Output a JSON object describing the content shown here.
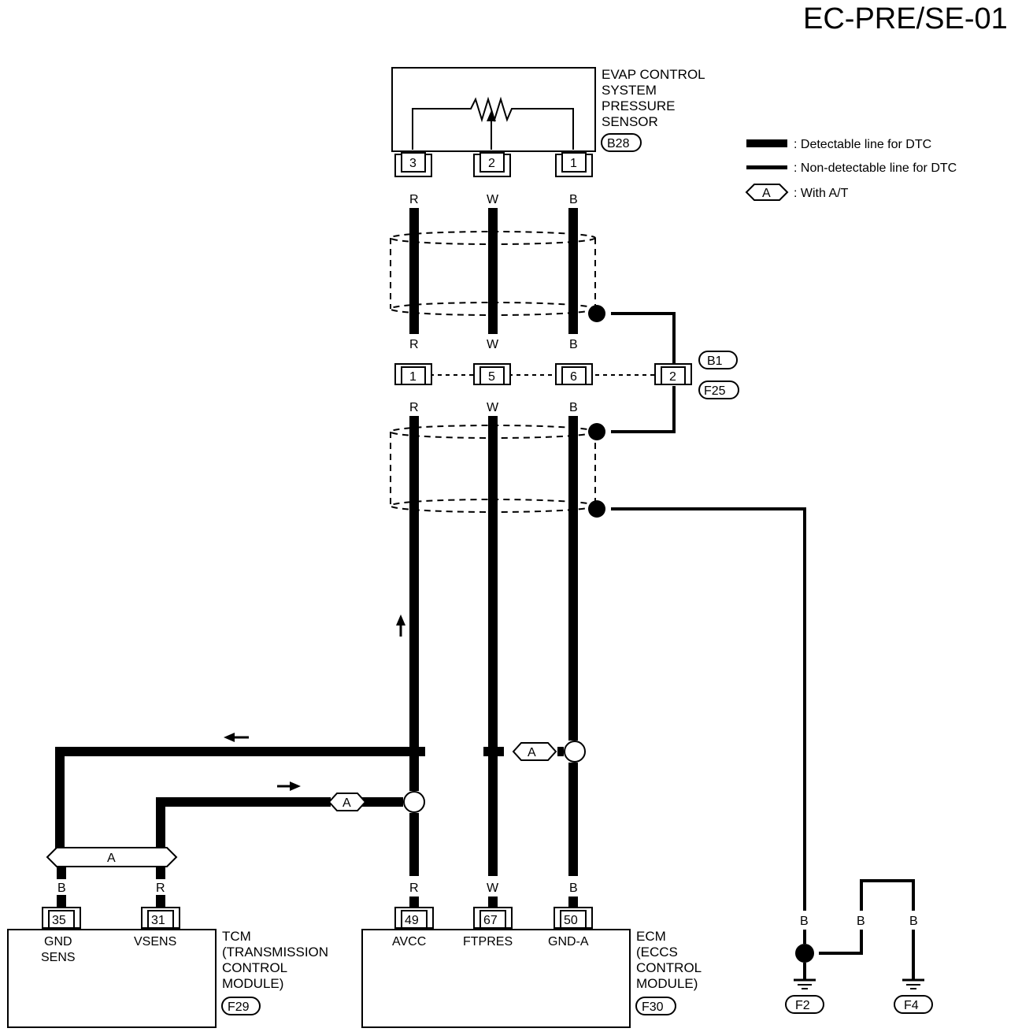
{
  "title": "EC-PRE/SE-01",
  "legend": {
    "detectable": ": Detectable line for DTC",
    "nondetectable": ": Non-detectable line for DTC",
    "with_at_symbol": "A",
    "with_at": ": With A/T"
  },
  "sensor": {
    "name_lines": [
      "EVAP CONTROL",
      "SYSTEM",
      "PRESSURE",
      "SENSOR"
    ],
    "connector": "B28",
    "pins": [
      "3",
      "2",
      "1"
    ],
    "wire_colors": [
      "R",
      "W",
      "B"
    ]
  },
  "joint": {
    "pins": [
      "1",
      "5",
      "6",
      "2"
    ],
    "colors_above": [
      "R",
      "W",
      "B"
    ],
    "colors_below": [
      "R",
      "W",
      "B"
    ],
    "connectors": [
      "B1",
      "F25"
    ]
  },
  "harness_symbol": "A",
  "tcm": {
    "name_lines": [
      "TCM",
      "(TRANSMISSION",
      "CONTROL",
      "MODULE)"
    ],
    "connector": "F29",
    "pins": [
      "35",
      "31"
    ],
    "wire_colors": [
      "B",
      "R"
    ],
    "terminal_labels": [
      "GND",
      "SENS",
      "VSENS"
    ]
  },
  "ecm": {
    "name_lines": [
      "ECM",
      "(ECCS",
      "CONTROL",
      "MODULE)"
    ],
    "connector": "F30",
    "pins": [
      "49",
      "67",
      "50"
    ],
    "wire_colors": [
      "R",
      "W",
      "B"
    ],
    "terminal_labels": [
      "AVCC",
      "FTPRES",
      "GND-A"
    ]
  },
  "ground": {
    "wire_colors": [
      "B",
      "B",
      "B"
    ],
    "connectors": [
      "F2",
      "F4"
    ]
  }
}
